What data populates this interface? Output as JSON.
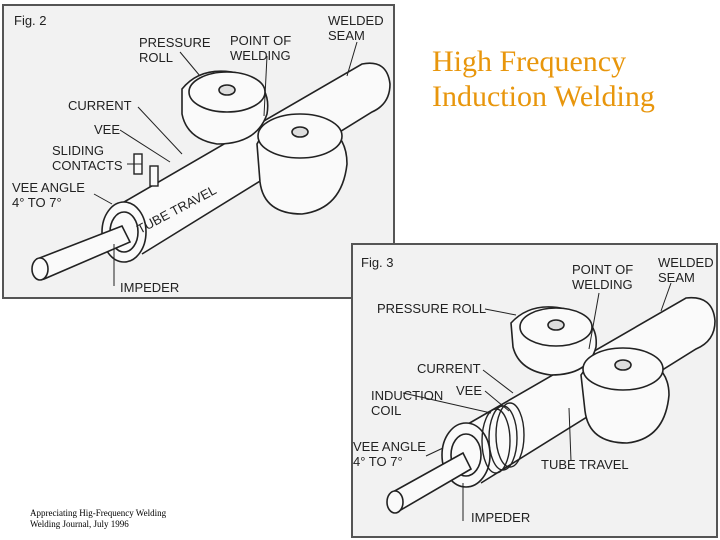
{
  "title": {
    "line1": "High Frequency",
    "line2": "Induction Welding"
  },
  "citation": {
    "line1": "Appreciating Hig-Frequency Welding",
    "line2": "Welding Journal, July 1996"
  },
  "colors": {
    "title": "#e8960c",
    "frame": "#555555",
    "panel_bg": "#f2f2f2",
    "ink": "#222222"
  },
  "figure2": {
    "fig_label": "Fig. 2",
    "labels": {
      "pressure1": "PRESSURE",
      "pressure2": "ROLL",
      "point1": "POINT OF",
      "point2": "WELDING",
      "welded1": "WELDED",
      "welded2": "SEAM",
      "current": "CURRENT",
      "vee": "VEE",
      "sliding1": "SLIDING",
      "sliding2": "CONTACTS",
      "veeangle1": "VEE ANGLE",
      "veeangle2": "4° TO 7°",
      "tubetravel": "TUBE TRAVEL",
      "impeder": "IMPEDER"
    }
  },
  "figure3": {
    "fig_label": "Fig. 3",
    "labels": {
      "welded1": "WELDED",
      "welded2": "SEAM",
      "point1": "POINT OF",
      "point2": "WELDING",
      "pressure": "PRESSURE ROLL",
      "current": "CURRENT",
      "induction1": "INDUCTION",
      "induction2": "COIL",
      "vee": "VEE",
      "veeangle1": "VEE ANGLE",
      "veeangle2": "4° TO 7°",
      "tubetravel": "TUBE TRAVEL",
      "impeder": "IMPEDER"
    }
  }
}
